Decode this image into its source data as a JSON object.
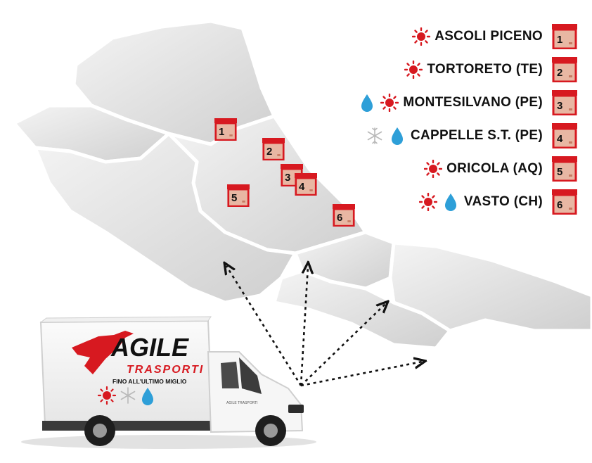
{
  "colors": {
    "accent": "#d71920",
    "map_fill": "#dcdcdc",
    "water": "#2e9fd8",
    "snow": "#b9b9b9"
  },
  "legend": [
    {
      "icons": [
        "sun-icon"
      ],
      "label": "ASCOLI PICENO",
      "num": "1"
    },
    {
      "icons": [
        "sun-icon"
      ],
      "label": "TORTORETO (TE)",
      "num": "2"
    },
    {
      "icons": [
        "drop-icon",
        "sun-icon"
      ],
      "label": "MONTESILVANO (PE)",
      "num": "3"
    },
    {
      "icons": [
        "snowflake-icon",
        "drop-icon"
      ],
      "label": "CAPPELLE S.T. (PE)",
      "num": "4"
    },
    {
      "icons": [
        "sun-icon"
      ],
      "label": "ORICOLA (AQ)",
      "num": "5"
    },
    {
      "icons": [
        "sun-icon",
        "drop-icon"
      ],
      "label": "VASTO (CH)",
      "num": "6"
    }
  ],
  "map_markers": [
    "1",
    "2",
    "3",
    "4",
    "5",
    "6"
  ],
  "truck": {
    "brand": "AGILE",
    "subbrand": "TRASPORTI",
    "slogan": "FINO ALL'ULTIMO MIGLIO",
    "door_text": "AGILE TRASPORTI"
  }
}
